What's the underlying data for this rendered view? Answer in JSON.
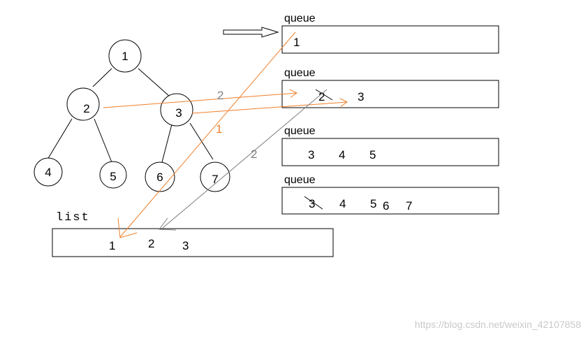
{
  "tree": {
    "nodes": [
      "1",
      "2",
      "3",
      "4",
      "5",
      "6",
      "7"
    ]
  },
  "queues": [
    {
      "label": "queue",
      "items": [
        "1"
      ]
    },
    {
      "label": "queue",
      "items": [
        "2",
        "3"
      ]
    },
    {
      "label": "queue",
      "items": [
        "3",
        "4",
        "5"
      ]
    },
    {
      "label": "queue",
      "items": [
        "3",
        "4",
        "5",
        "6",
        "7"
      ]
    }
  ],
  "list": {
    "label": "list",
    "items": [
      "1",
      "2",
      "3"
    ]
  },
  "arrow_labels": [
    "2",
    "1",
    "2"
  ],
  "colors": {
    "orange": "#f07f2a",
    "gray": "#7f7f7f",
    "black": "#000000"
  },
  "watermark": "https://blog.csdn.net/weixin_42107858"
}
